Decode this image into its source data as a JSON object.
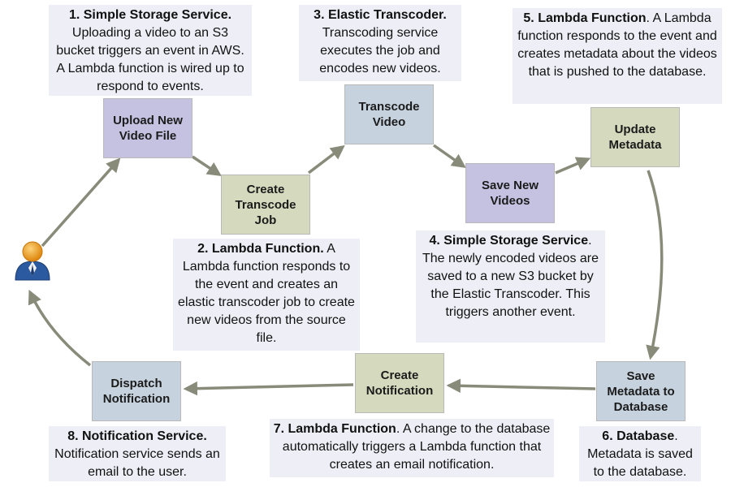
{
  "nodes": {
    "upload": "Upload New Video File",
    "create_job": "Create Transcode Job",
    "transcode": "Transcode Video",
    "save_videos": "Save New Videos",
    "update_meta": "Update Metadata",
    "save_meta": "Save Metadata to Database",
    "create_notif": "Create Notification",
    "dispatch": "Dispatch Notification"
  },
  "notes": {
    "n1": {
      "title": "1. Simple Storage Service.",
      "text": "Uploading a video to an S3 bucket triggers an event in AWS. A Lambda function is wired up to respond to events."
    },
    "n2": {
      "title": "2. Lambda Function.",
      "text": "A Lambda function responds to the event and creates an elastic transcoder job to create new videos from the source file."
    },
    "n3": {
      "title": "3. Elastic Transcoder.",
      "text": "Transcoding service executes the job and encodes new videos."
    },
    "n4": {
      "title": "4. Simple Storage Service",
      "text": ". The newly encoded videos are saved to a new S3 bucket by the Elastic Transcoder. This triggers another event."
    },
    "n5": {
      "title": "5. Lambda Function",
      "text": ". A Lambda function responds to the event and creates metadata about the videos that is pushed to the database."
    },
    "n6": {
      "title": "6. Database",
      "text": ". Metadata is saved to the database."
    },
    "n7": {
      "title": "7. Lambda Function",
      "text": ". A change to the database automatically triggers a Lambda function that creates an email notification."
    },
    "n8": {
      "title": "8. Notification Service.",
      "text": "Notification service sends an email to the user."
    }
  },
  "colors": {
    "purple": "#c5c2e1",
    "olive": "#d5d9bd",
    "blue": "#c6d3df",
    "note_bg": "#eeeff6",
    "arrow": "#888b7a"
  },
  "icons": {
    "user": "user-avatar-icon"
  }
}
